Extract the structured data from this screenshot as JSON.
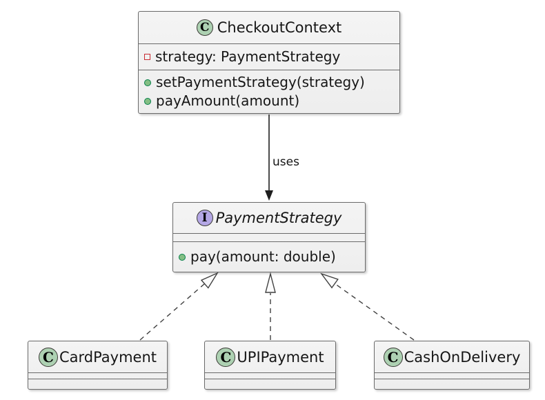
{
  "diagram": {
    "kind": "uml-class-diagram",
    "colors": {
      "box_border": "#6a6a6a",
      "box_fill": "#f1f1f1",
      "class_circle_fill": "#ADD1B2",
      "interface_circle_fill": "#B4A7E5",
      "private_field_color": "#C82930",
      "public_method_fill": "#84BE84",
      "public_method_border": "#038048",
      "edge_color": "#1e1e1e"
    },
    "nodes": {
      "checkout_context": {
        "stereotype_letter": "C",
        "name": "CheckoutContext",
        "fields": [
          {
            "visibility": "private",
            "text": "strategy: PaymentStrategy"
          }
        ],
        "methods": [
          {
            "visibility": "public",
            "text": "setPaymentStrategy(strategy)"
          },
          {
            "visibility": "public",
            "text": "payAmount(amount)"
          }
        ]
      },
      "payment_strategy": {
        "stereotype_letter": "I",
        "name": "PaymentStrategy",
        "methods": [
          {
            "visibility": "public",
            "text": "pay(amount: double)"
          }
        ]
      },
      "card_payment": {
        "stereotype_letter": "C",
        "name": "CardPayment"
      },
      "upi_payment": {
        "stereotype_letter": "C",
        "name": "UPIPayment"
      },
      "cash_on_delivery": {
        "stereotype_letter": "C",
        "name": "CashOnDelivery"
      }
    },
    "edges": {
      "uses": {
        "label": "uses",
        "from": "CheckoutContext",
        "to": "PaymentStrategy",
        "type": "solid-arrow"
      },
      "realizations": [
        {
          "from": "CardPayment",
          "to": "PaymentStrategy",
          "type": "dashed-hollow-triangle"
        },
        {
          "from": "UPIPayment",
          "to": "PaymentStrategy",
          "type": "dashed-hollow-triangle"
        },
        {
          "from": "CashOnDelivery",
          "to": "PaymentStrategy",
          "type": "dashed-hollow-triangle"
        }
      ]
    }
  }
}
